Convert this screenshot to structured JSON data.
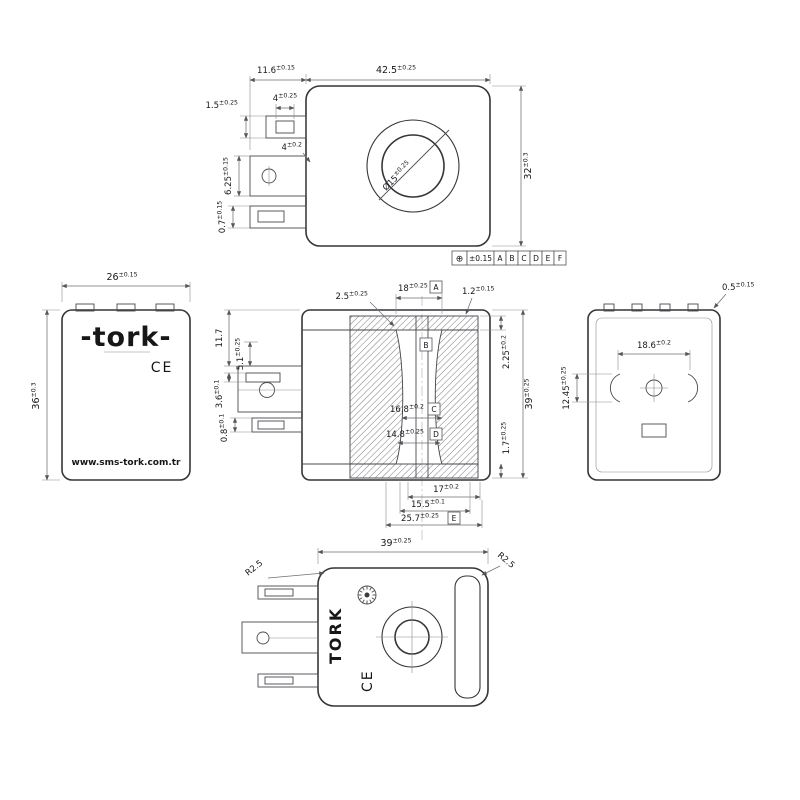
{
  "brand": {
    "logo_text": "-tork-",
    "logo_caps": "TORK",
    "ce_mark": "CE",
    "website": "www.sms-tork.com.tr"
  },
  "datum_note": {
    "symbol": "⊕",
    "tolerance": "±0.15",
    "datums": [
      "A",
      "B",
      "C",
      "D",
      "E",
      "F"
    ]
  },
  "top_view": {
    "connector_width": {
      "v": "11.6",
      "t": "±0.15"
    },
    "body_width": {
      "v": "42.5",
      "t": "±0.25"
    },
    "tab_thickness": {
      "v": "1.5",
      "t": "±0.25"
    },
    "tab_width": {
      "v": "4",
      "t": "±0.25"
    },
    "step": {
      "v": "4",
      "t": "±0.2"
    },
    "connector_height": {
      "v": "6.25",
      "t": "±0.15"
    },
    "pin_thickness": {
      "v": "0.7",
      "t": "±0.15"
    },
    "body_height": {
      "v": "32",
      "t": "±0.3"
    },
    "bore_diameter": {
      "v": "Ø15",
      "t": "±0.25"
    }
  },
  "left_view": {
    "width": {
      "v": "26",
      "t": "±0.15"
    },
    "height": {
      "v": "36",
      "t": "±0.3"
    }
  },
  "section_view": {
    "core_dia": {
      "v": "18",
      "t": "±0.25",
      "datum": "A"
    },
    "wall": {
      "v": "2.5",
      "t": "±0.25"
    },
    "lip": {
      "v": "1.2",
      "t": "±0.15"
    },
    "conn_offset": {
      "v": "11.7",
      "t": ""
    },
    "tab": {
      "v": "5.1",
      "t": "±0.25"
    },
    "pin_upper": {
      "v": "3.6",
      "t": "±0.1"
    },
    "pin_lower": {
      "v": "0.8",
      "t": "±0.1"
    },
    "flange_top": {
      "v": "2.25",
      "t": "±0.2"
    },
    "body_height": {
      "v": "39",
      "t": "±0.25"
    },
    "flange_bottom": {
      "v": "1.7",
      "t": "±0.25"
    },
    "bore_outer": {
      "v": "16.8",
      "t": "±0.2",
      "datum": "C"
    },
    "bore_inner": {
      "v": "14.8",
      "t": "±0.25",
      "datum": "D"
    },
    "datum_b": "B",
    "width_17": {
      "v": "17",
      "t": "±0.2"
    },
    "width_155": {
      "v": "15.5",
      "t": "±0.1"
    },
    "width_257": {
      "v": "25.7",
      "t": "±0.25",
      "datum": "E"
    }
  },
  "right_view": {
    "edge": {
      "v": "0.5",
      "t": "±0.15"
    },
    "slot_span": {
      "v": "18.6",
      "t": "±0.2"
    },
    "slot_height": {
      "v": "12.45",
      "t": "±0.25"
    }
  },
  "bottom_view": {
    "body_width": {
      "v": "39",
      "t": "±0.25"
    },
    "radius_left": "R2.5",
    "radius_right": "R2.5"
  }
}
